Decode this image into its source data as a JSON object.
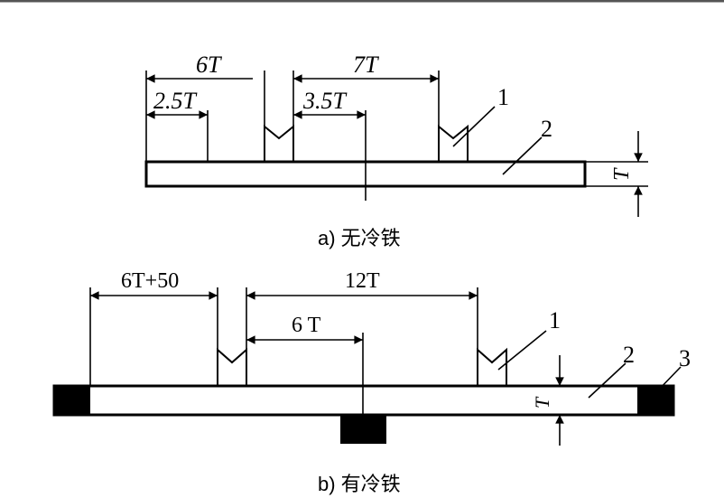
{
  "top_border_color": "#555555",
  "diagram_a": {
    "caption": "a) 无冷铁",
    "dim_6T": "6T",
    "dim_7T": "7T",
    "dim_2_5T": "2.5T",
    "dim_3_5T": "3.5T",
    "dim_T": "T",
    "callout_1": "1",
    "callout_2": "2"
  },
  "diagram_b": {
    "caption": "b) 有冷铁",
    "dim_6T_50": "6T+50",
    "dim_12T": "12T",
    "dim_6T": "6 T",
    "dim_T": "T",
    "callout_1": "1",
    "callout_2": "2",
    "callout_3": "3"
  }
}
